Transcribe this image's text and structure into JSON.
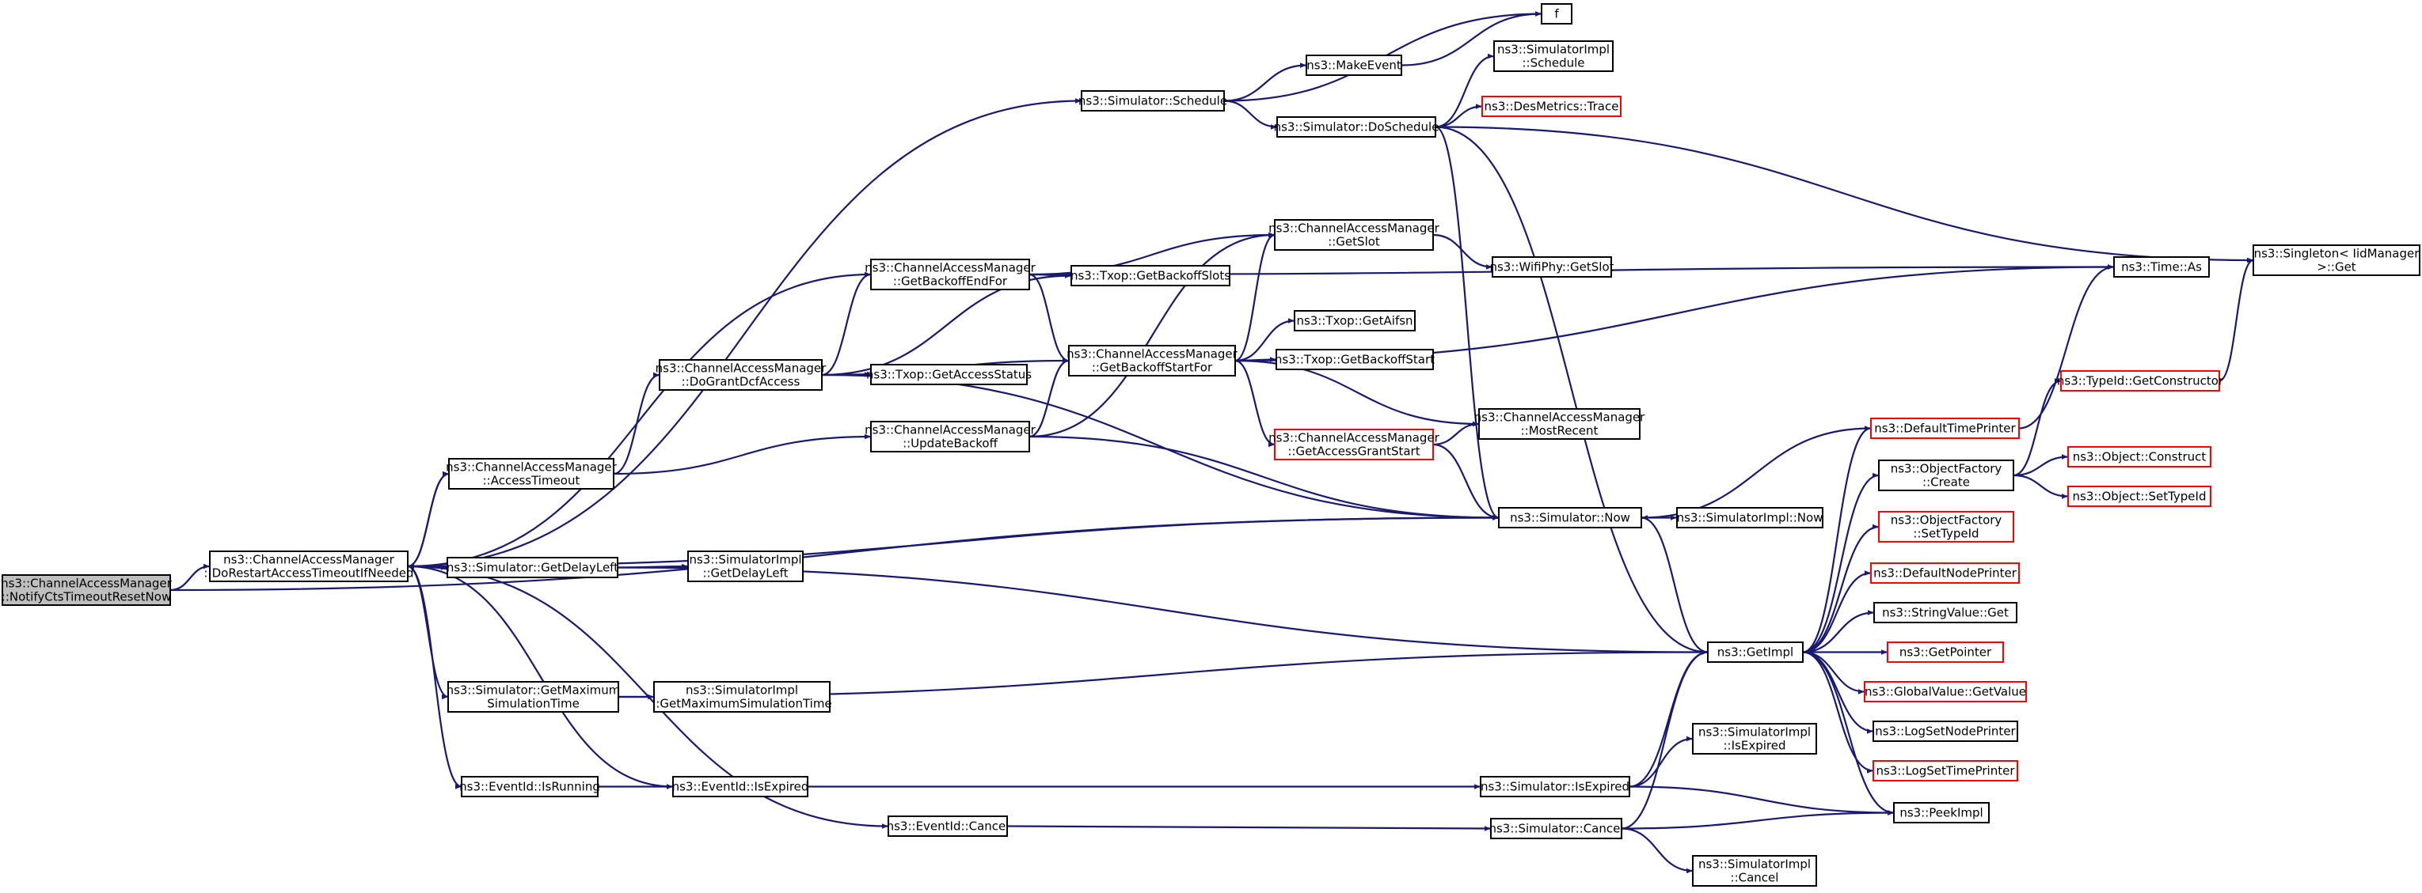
{
  "nodes": [
    {
      "id": "root",
      "lines": [
        "ns3::ChannelAccessManager",
        "::NotifyCtsTimeoutResetNow"
      ],
      "style": "root"
    },
    {
      "id": "restart",
      "lines": [
        "ns3::ChannelAccessManager",
        "::DoRestartAccessTimeoutIfNeeded"
      ]
    },
    {
      "id": "sim_schedule",
      "lines": [
        "ns3::Simulator::Schedule"
      ]
    },
    {
      "id": "make_event",
      "lines": [
        "ns3::MakeEvent"
      ]
    },
    {
      "id": "f",
      "lines": [
        "f"
      ]
    },
    {
      "id": "sim_doschedule",
      "lines": [
        "ns3::Simulator::DoSchedule"
      ]
    },
    {
      "id": "simimpl_schedule",
      "lines": [
        "ns3::SimulatorImpl",
        "::Schedule"
      ]
    },
    {
      "id": "desmetrics",
      "lines": [
        "ns3::DesMetrics::Trace"
      ],
      "style": "red"
    },
    {
      "id": "singleton_get",
      "lines": [
        "ns3::Singleton< IidManager",
        ">::Get"
      ]
    },
    {
      "id": "get_backoff_end",
      "lines": [
        "ns3::ChannelAccessManager",
        "::GetBackoffEndFor"
      ]
    },
    {
      "id": "get_slot",
      "lines": [
        "ns3::ChannelAccessManager",
        "::GetSlot"
      ]
    },
    {
      "id": "wifiphy_getslot",
      "lines": [
        "ns3::WifiPhy::GetSlot"
      ]
    },
    {
      "id": "txop_getbackoffslots",
      "lines": [
        "ns3::Txop::GetBackoffSlots"
      ]
    },
    {
      "id": "time_as",
      "lines": [
        "ns3::Time::As"
      ]
    },
    {
      "id": "do_grant",
      "lines": [
        "ns3::ChannelAccessManager",
        "::DoGrantDcfAccess"
      ]
    },
    {
      "id": "txop_getaccessstatus",
      "lines": [
        "ns3::Txop::GetAccessStatus"
      ]
    },
    {
      "id": "get_backoff_start",
      "lines": [
        "ns3::ChannelAccessManager",
        "::GetBackoffStartFor"
      ]
    },
    {
      "id": "txop_getaifsn",
      "lines": [
        "ns3::Txop::GetAifsn"
      ]
    },
    {
      "id": "txop_getbackoffstart",
      "lines": [
        "ns3::Txop::GetBackoffStart"
      ]
    },
    {
      "id": "update_backoff",
      "lines": [
        "ns3::ChannelAccessManager",
        "::UpdateBackoff"
      ]
    },
    {
      "id": "get_access_grant",
      "lines": [
        "ns3::ChannelAccessManager",
        "::GetAccessGrantStart"
      ],
      "style": "red"
    },
    {
      "id": "most_recent",
      "lines": [
        "ns3::ChannelAccessManager",
        "::MostRecent"
      ]
    },
    {
      "id": "access_timeout",
      "lines": [
        "ns3::ChannelAccessManager",
        "::AccessTimeout"
      ]
    },
    {
      "id": "sim_now",
      "lines": [
        "ns3::Simulator::Now"
      ]
    },
    {
      "id": "simimpl_now",
      "lines": [
        "ns3::SimulatorImpl::Now"
      ]
    },
    {
      "id": "default_time_printer",
      "lines": [
        "ns3::DefaultTimePrinter"
      ],
      "style": "red"
    },
    {
      "id": "typeid_getconstructor",
      "lines": [
        "ns3::TypeId::GetConstructor"
      ],
      "style": "red"
    },
    {
      "id": "objfactory_create",
      "lines": [
        "ns3::ObjectFactory",
        "::Create"
      ]
    },
    {
      "id": "object_construct",
      "lines": [
        "ns3::Object::Construct"
      ],
      "style": "red"
    },
    {
      "id": "object_settypeid",
      "lines": [
        "ns3::Object::SetTypeId"
      ],
      "style": "red"
    },
    {
      "id": "objfactory_settypeid",
      "lines": [
        "ns3::ObjectFactory",
        "::SetTypeId"
      ],
      "style": "red"
    },
    {
      "id": "sim_getdelayleft",
      "lines": [
        "ns3::Simulator::GetDelayLeft"
      ]
    },
    {
      "id": "simimpl_getdelayleft",
      "lines": [
        "ns3::SimulatorImpl",
        "::GetDelayLeft"
      ]
    },
    {
      "id": "default_node_printer",
      "lines": [
        "ns3::DefaultNodePrinter"
      ],
      "style": "red"
    },
    {
      "id": "stringvalue_get",
      "lines": [
        "ns3::StringValue::Get"
      ]
    },
    {
      "id": "get_impl",
      "lines": [
        "ns3::GetImpl"
      ]
    },
    {
      "id": "get_pointer",
      "lines": [
        "ns3::GetPointer"
      ],
      "style": "red"
    },
    {
      "id": "sim_getmaxsimtime",
      "lines": [
        "ns3::Simulator::GetMaximum",
        "SimulationTime"
      ]
    },
    {
      "id": "simimpl_getmaxsimtime",
      "lines": [
        "ns3::SimulatorImpl",
        "::GetMaximumSimulationTime"
      ]
    },
    {
      "id": "globalvalue_getvalue",
      "lines": [
        "ns3::GlobalValue::GetValue"
      ],
      "style": "red"
    },
    {
      "id": "logsetnodeprinter",
      "lines": [
        "ns3::LogSetNodePrinter"
      ]
    },
    {
      "id": "simimpl_isexpired",
      "lines": [
        "ns3::SimulatorImpl",
        "::IsExpired"
      ]
    },
    {
      "id": "logsettimeprinter",
      "lines": [
        "ns3::LogSetTimePrinter"
      ],
      "style": "red"
    },
    {
      "id": "eventid_isrunning",
      "lines": [
        "ns3::EventId::IsRunning"
      ]
    },
    {
      "id": "eventid_isexpired",
      "lines": [
        "ns3::EventId::IsExpired"
      ]
    },
    {
      "id": "sim_isexpired",
      "lines": [
        "ns3::Simulator::IsExpired"
      ]
    },
    {
      "id": "peek_impl",
      "lines": [
        "ns3::PeekImpl"
      ]
    },
    {
      "id": "eventid_cancel",
      "lines": [
        "ns3::EventId::Cancel"
      ]
    },
    {
      "id": "sim_cancel",
      "lines": [
        "ns3::Simulator::Cancel"
      ]
    },
    {
      "id": "simimpl_cancel",
      "lines": [
        "ns3::SimulatorImpl",
        "::Cancel"
      ]
    }
  ],
  "edges": [
    [
      "root",
      "restart"
    ],
    [
      "root",
      "sim_now"
    ],
    [
      "restart",
      "sim_schedule"
    ],
    [
      "restart",
      "get_backoff_end"
    ],
    [
      "restart",
      "access_timeout"
    ],
    [
      "restart",
      "sim_now"
    ],
    [
      "restart",
      "sim_getdelayleft"
    ],
    [
      "restart",
      "sim_getmaxsimtime"
    ],
    [
      "restart",
      "eventid_isrunning"
    ],
    [
      "restart",
      "eventid_isexpired"
    ],
    [
      "restart",
      "eventid_cancel"
    ],
    [
      "sim_schedule",
      "make_event"
    ],
    [
      "sim_schedule",
      "f"
    ],
    [
      "sim_schedule",
      "sim_doschedule"
    ],
    [
      "make_event",
      "f"
    ],
    [
      "sim_doschedule",
      "simimpl_schedule"
    ],
    [
      "sim_doschedule",
      "desmetrics"
    ],
    [
      "sim_doschedule",
      "singleton_get"
    ],
    [
      "sim_doschedule",
      "sim_now"
    ],
    [
      "sim_doschedule",
      "get_impl"
    ],
    [
      "get_backoff_end",
      "get_slot"
    ],
    [
      "get_backoff_end",
      "txop_getbackoffslots"
    ],
    [
      "get_backoff_end",
      "time_as"
    ],
    [
      "get_backoff_end",
      "get_backoff_start"
    ],
    [
      "get_slot",
      "wifiphy_getslot"
    ],
    [
      "do_grant",
      "get_backoff_end"
    ],
    [
      "do_grant",
      "txop_getbackoffslots"
    ],
    [
      "do_grant",
      "txop_getaccessstatus"
    ],
    [
      "do_grant",
      "get_backoff_start"
    ],
    [
      "do_grant",
      "sim_now"
    ],
    [
      "get_backoff_start",
      "get_slot"
    ],
    [
      "get_backoff_start",
      "time_as"
    ],
    [
      "get_backoff_start",
      "txop_getaifsn"
    ],
    [
      "get_backoff_start",
      "txop_getbackoffstart"
    ],
    [
      "get_backoff_start",
      "most_recent"
    ],
    [
      "get_backoff_start",
      "get_access_grant"
    ],
    [
      "update_backoff",
      "get_slot"
    ],
    [
      "update_backoff",
      "get_backoff_start"
    ],
    [
      "update_backoff",
      "sim_now"
    ],
    [
      "get_access_grant",
      "most_recent"
    ],
    [
      "get_access_grant",
      "sim_now"
    ],
    [
      "access_timeout",
      "restart"
    ],
    [
      "access_timeout",
      "do_grant"
    ],
    [
      "access_timeout",
      "update_backoff"
    ],
    [
      "sim_now",
      "simimpl_now"
    ],
    [
      "sim_now",
      "get_impl"
    ],
    [
      "default_time_printer",
      "time_as"
    ],
    [
      "default_time_printer",
      "sim_now"
    ],
    [
      "typeid_getconstructor",
      "singleton_get"
    ],
    [
      "objfactory_create",
      "typeid_getconstructor"
    ],
    [
      "objfactory_create",
      "object_construct"
    ],
    [
      "objfactory_create",
      "object_settypeid"
    ],
    [
      "sim_getdelayleft",
      "simimpl_getdelayleft"
    ],
    [
      "sim_getdelayleft",
      "get_impl"
    ],
    [
      "get_impl",
      "default_time_printer"
    ],
    [
      "get_impl",
      "objfactory_create"
    ],
    [
      "get_impl",
      "objfactory_settypeid"
    ],
    [
      "get_impl",
      "default_node_printer"
    ],
    [
      "get_impl",
      "stringvalue_get"
    ],
    [
      "get_impl",
      "get_pointer"
    ],
    [
      "get_impl",
      "globalvalue_getvalue"
    ],
    [
      "get_impl",
      "logsetnodeprinter"
    ],
    [
      "get_impl",
      "logsettimeprinter"
    ],
    [
      "get_impl",
      "peek_impl"
    ],
    [
      "sim_getmaxsimtime",
      "simimpl_getmaxsimtime"
    ],
    [
      "sim_getmaxsimtime",
      "get_impl"
    ],
    [
      "eventid_isrunning",
      "eventid_isexpired"
    ],
    [
      "eventid_isexpired",
      "sim_isexpired"
    ],
    [
      "sim_isexpired",
      "simimpl_isexpired"
    ],
    [
      "sim_isexpired",
      "get_impl"
    ],
    [
      "sim_isexpired",
      "peek_impl"
    ],
    [
      "eventid_cancel",
      "sim_cancel"
    ],
    [
      "sim_cancel",
      "simimpl_cancel"
    ],
    [
      "sim_cancel",
      "get_impl"
    ],
    [
      "sim_cancel",
      "peek_impl"
    ]
  ]
}
